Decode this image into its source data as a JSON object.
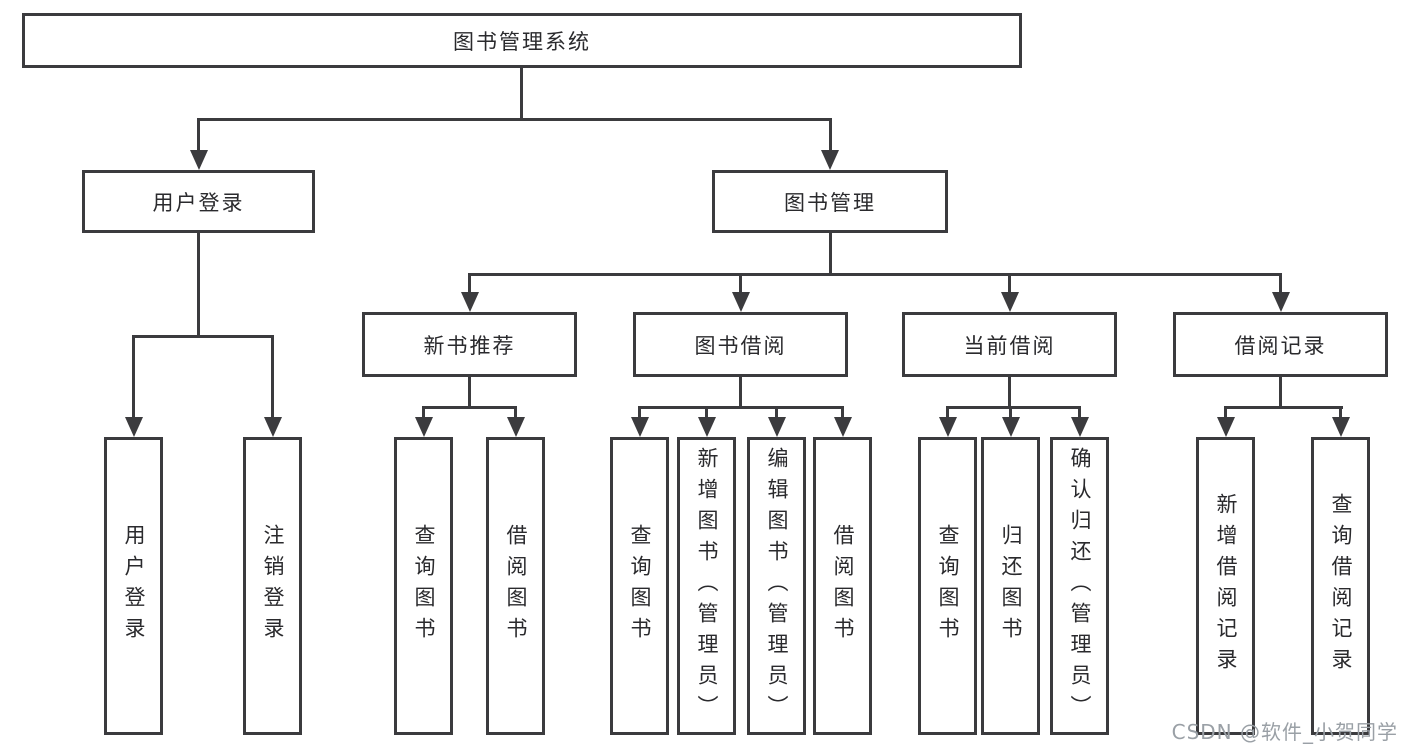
{
  "diagram": {
    "title": "图书管理系统",
    "root": {
      "label": "图书管理系统"
    },
    "level2": [
      {
        "label": "用户登录"
      },
      {
        "label": "图书管理"
      }
    ],
    "level3": [
      {
        "label": "新书推荐"
      },
      {
        "label": "图书借阅"
      },
      {
        "label": "当前借阅"
      },
      {
        "label": "借阅记录"
      }
    ],
    "leaves": [
      {
        "label": "用户登录"
      },
      {
        "label": "注销登录"
      },
      {
        "label": "查询图书"
      },
      {
        "label": "借阅图书"
      },
      {
        "label": "查询图书"
      },
      {
        "label": "新增图书（管理员）"
      },
      {
        "label": "编辑图书（管理员）"
      },
      {
        "label": "借阅图书"
      },
      {
        "label": "查询图书"
      },
      {
        "label": "归还图书"
      },
      {
        "label": "确认归还（管理员）"
      },
      {
        "label": "新增借阅记录"
      },
      {
        "label": "查询借阅记录"
      }
    ]
  },
  "watermark": {
    "text": "CSDN @软件_小贺同学"
  },
  "colors": {
    "line": "#3b3b3e",
    "text": "#2a2a2d",
    "watermark": "#9aa0a6",
    "background": "#ffffff"
  }
}
